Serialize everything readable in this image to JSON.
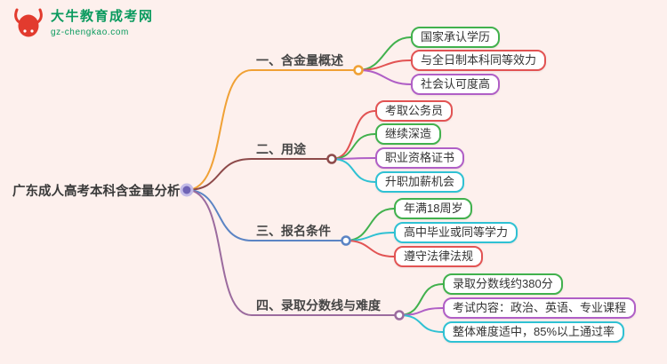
{
  "background": "#fdf0ed",
  "logo": {
    "title": "大牛教育成考网",
    "url": "gz-chengkao.com",
    "text_color": "#0a9a5e",
    "icon_color": "#e23b2e"
  },
  "root": {
    "label": "广东成人高考本科含金量分析",
    "color": "#6f63b5"
  },
  "branches": [
    {
      "label": "一、含金量概述",
      "color": "#f0a135",
      "children": [
        {
          "text": "国家承认学历",
          "color": "#41b14d"
        },
        {
          "text": "与全日制本科同等效力",
          "color": "#e25353"
        },
        {
          "text": "社会认可度高",
          "color": "#b05fc6"
        }
      ]
    },
    {
      "label": "二、用途",
      "color": "#8d4a4a",
      "children": [
        {
          "text": "考取公务员",
          "color": "#e25353"
        },
        {
          "text": "继续深造",
          "color": "#41b14d"
        },
        {
          "text": "职业资格证书",
          "color": "#b05fc6"
        },
        {
          "text": "升职加薪机会",
          "color": "#2fc1d3"
        }
      ]
    },
    {
      "label": "三、报名条件",
      "color": "#5b84c4",
      "children": [
        {
          "text": "年满18周岁",
          "color": "#41b14d"
        },
        {
          "text": "高中毕业或同等学力",
          "color": "#2fc1d3"
        },
        {
          "text": "遵守法律法规",
          "color": "#e25353"
        }
      ]
    },
    {
      "label": "四、录取分数线与难度",
      "color": "#9b6b9e",
      "children": [
        {
          "text": "录取分数线约380分",
          "color": "#41b14d"
        },
        {
          "text": "考试内容：政治、英语、专业课程",
          "color": "#b05fc6"
        },
        {
          "text": "整体难度适中，85%以上通过率",
          "color": "#2fc1d3"
        }
      ]
    }
  ]
}
